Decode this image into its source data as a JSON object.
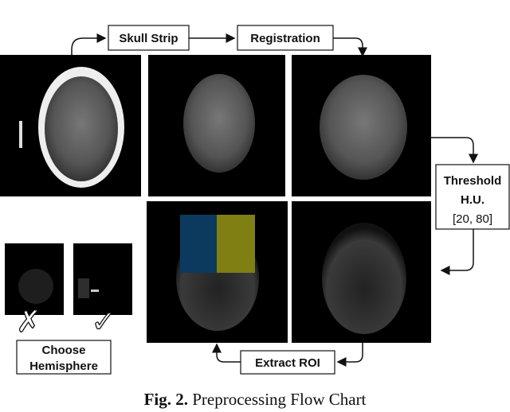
{
  "steps": {
    "skull_strip": "Skull Strip",
    "registration": "Registration",
    "threshold": [
      "Threshold",
      "H.U.",
      "[20, 80]"
    ],
    "extract_roi": "Extract ROI",
    "choose_hemisphere": [
      "Choose",
      "Hemisphere"
    ]
  },
  "caption": {
    "label": "Fig. 2.",
    "text": "Preprocessing Flow Chart"
  },
  "colors": {
    "roi_left": "#0b3a5e",
    "roi_right": "#7f7f14"
  },
  "icons": [
    "cross-mark-icon",
    "check-mark-icon"
  ]
}
